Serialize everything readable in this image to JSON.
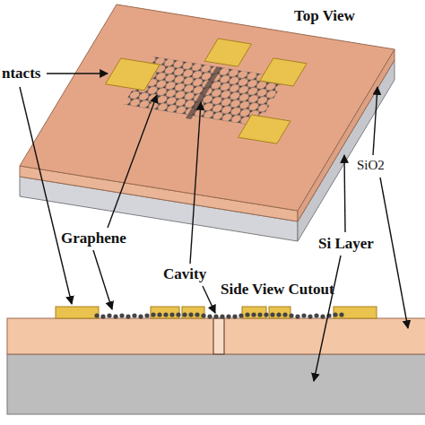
{
  "diagram": {
    "labels": [
      "Top View",
      "ntacts",
      "SiO2",
      "Si Layer",
      "Graphene",
      "Cavity",
      "Side View Cutout"
    ]
  }
}
